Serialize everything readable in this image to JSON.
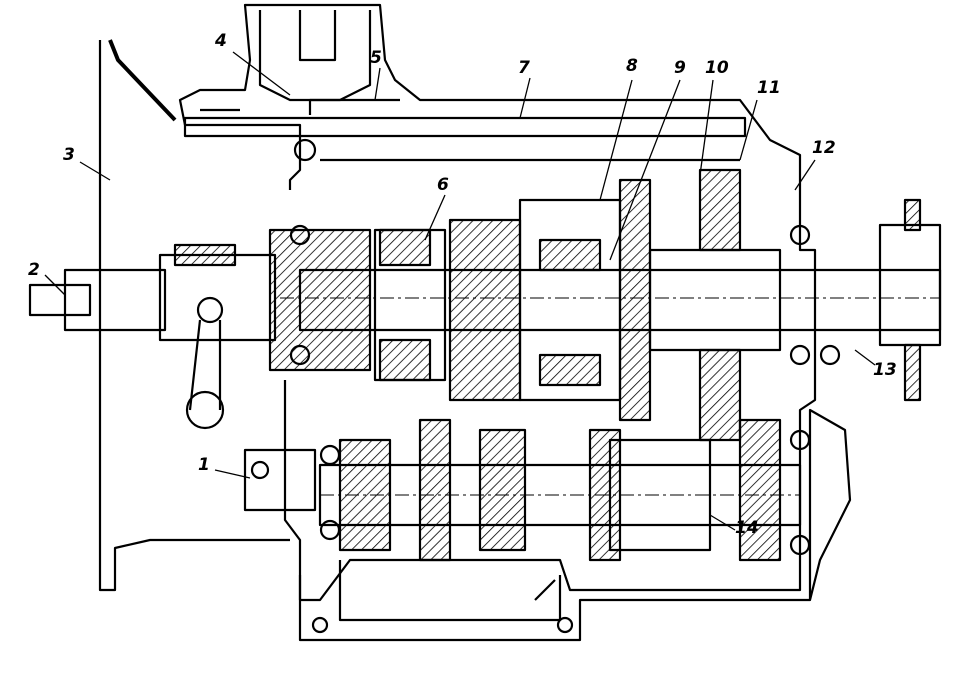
{
  "figure": {
    "labels": [
      "1",
      "2",
      "3",
      "4",
      "5",
      "6",
      "7",
      "8",
      "9",
      "10",
      "11",
      "12",
      "13",
      "14"
    ],
    "ink_color": "#000000",
    "paper_color": "#ffffff"
  }
}
